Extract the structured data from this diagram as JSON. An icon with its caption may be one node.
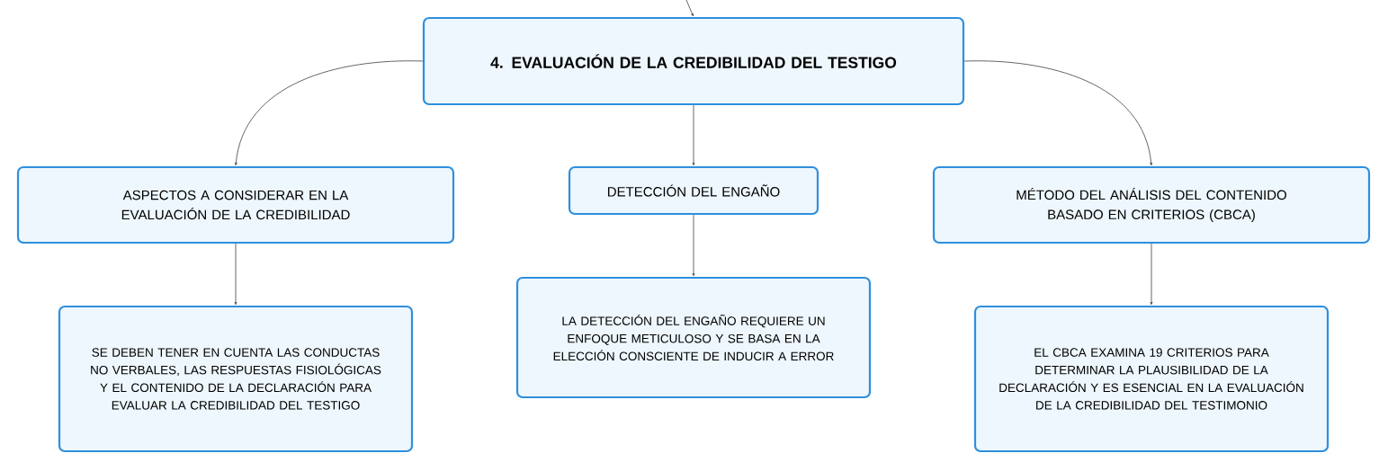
{
  "diagram": {
    "nodes": [
      {
        "text": [
          "4. EVALUACIÓN DE LA CREDIBILIDAD DEL TESTIGO"
        ]
      },
      {
        "text": [
          "ASPECTOS A CONSIDERAR EN LA EVALUACIÓN DE LA CREDIBILIDAD"
        ]
      },
      {
        "text": [
          "DETECCIÓN DEL ENGAÑO"
        ]
      },
      {
        "text": [
          "MÉTODO DEL ANÁLISIS DEL CONTENIDO BASADO EN CRITERIOS (CBCA)"
        ]
      },
      {
        "text": [
          "SE DEBEN TENER EN CUENTA LAS CONDUCTAS NO VERBALES, LAS RESPUESTAS FISIOLÓGICAS Y EL CONTENIDO DE LA DECLARACIÓN PARA EVALUAR LA CREDIBILIDAD DEL TESTIGO"
        ]
      },
      {
        "text": [
          "LA DETECCIÓN DEL ENGAÑO REQUIERE UN ENFOQUE METICULOSO Y SE BASA EN LA ELECCIÓN CONSCIENTE DE INDUCIR A ERROR"
        ]
      },
      {
        "text": [
          "EL CBCA EXAMINA 19 CRITERIOS PARA DETERMINAR LA PLAUSIBILIDAD DE LA DECLARACIÓN Y ES ESENCIAL EN LA EVALUACIÓN DE LA CREDIBILIDAD DEL TESTIMONIO"
        ]
      }
    ],
    "edges": [
      {
        "from": null,
        "to": 0,
        "arrow": "to"
      },
      {
        "from": 0,
        "to": 1,
        "arrow": "to"
      },
      {
        "from": 0,
        "to": 2,
        "arrow": "to"
      },
      {
        "from": 0,
        "to": 3,
        "arrow": "to"
      },
      {
        "from": 1,
        "to": 4,
        "arrow": "to"
      },
      {
        "from": 2,
        "to": 5,
        "arrow": "to"
      },
      {
        "from": 3,
        "to": 6,
        "arrow": "to"
      }
    ]
  }
}
